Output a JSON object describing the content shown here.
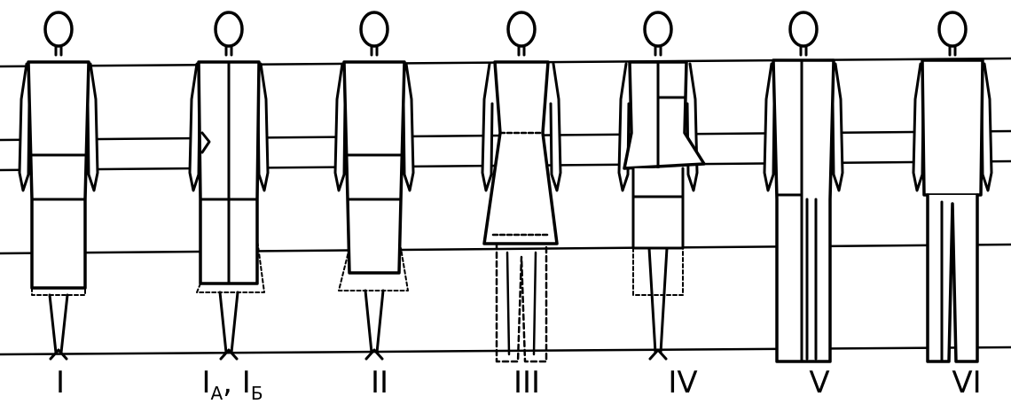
{
  "labels": {
    "fig1": "I",
    "fig1ab_a_main": "I",
    "fig1ab_a_sub": "А",
    "fig1ab_sep": ", ",
    "fig1ab_b_main": "I",
    "fig1ab_b_sub": "Б",
    "fig2": "II",
    "fig3": "III",
    "fig4": "IV",
    "fig5": "V",
    "fig6": "VI"
  },
  "colors": {
    "ink": "#000000",
    "background": "#ffffff"
  }
}
